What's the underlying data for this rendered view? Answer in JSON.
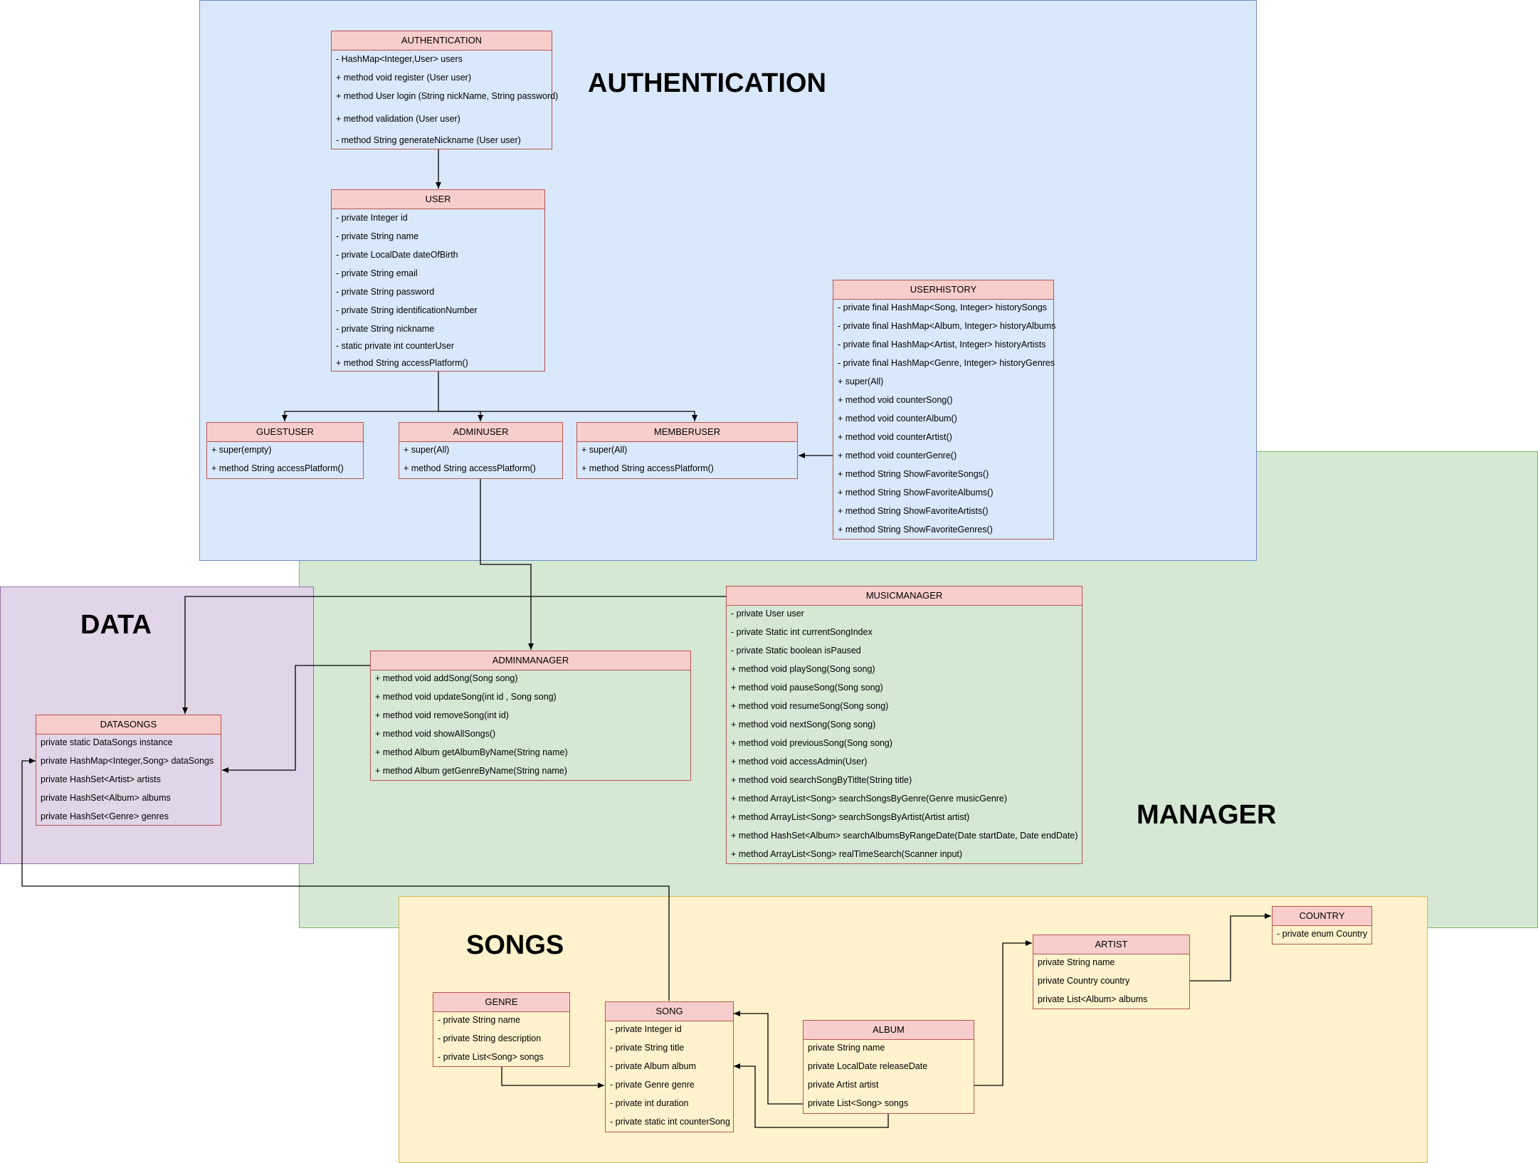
{
  "colors": {
    "authentication_region": "#dae8fc",
    "authentication_border": "#6c8ebf",
    "manager_region": "#d5e8d4",
    "manager_border": "#82b366",
    "data_region": "#e1d5e7",
    "data_border": "#9673a6",
    "songs_region": "#fff2cc",
    "songs_border": "#d6b656",
    "class_header": "#f8cecc",
    "class_border": "#b85450",
    "connector": "#000000"
  },
  "regions": {
    "authentication": "AUTHENTICATION",
    "manager": "MANAGER",
    "data": "DATA",
    "songs": "SONGS"
  },
  "classes": {
    "authentication": {
      "title": "AUTHENTICATION",
      "members": [
        "- HashMap<Integer,User> users",
        "+ method void register (User user)",
        "+ method User login (String nickName, String password)",
        "+ method validation (User user)",
        "- method String generateNickname (User user)"
      ]
    },
    "user": {
      "title": "USER",
      "members": [
        "- private Integer id",
        "- private String name",
        "- private LocalDate dateOfBirth",
        "- private String email",
        "- private String password",
        "- private String identificationNumber",
        "- private String nickname",
        "- static private int counterUser",
        "+ method String accessPlatform()"
      ]
    },
    "userhistory": {
      "title": "USERHISTORY",
      "members": [
        "- private final HashMap<Song, Integer> historySongs",
        "- private final HashMap<Album, Integer> historyAlbums",
        "- private final HashMap<Artist, Integer> historyArtists",
        "- private final HashMap<Genre, Integer> historyGenres",
        "+ super(All)",
        "+ method void counterSong()",
        "+ method void counterAlbum()",
        "+ method void counterArtist()",
        "+ method void counterGenre()",
        "+ method String ShowFavoriteSongs()",
        "+ method String ShowFavoriteAlbums()",
        "+ method String ShowFavoriteArtists()",
        "+ method String ShowFavoriteGenres()"
      ]
    },
    "guestuser": {
      "title": "GUESTUSER",
      "members": [
        "+ super(empty)",
        "+ method String accessPlatform()"
      ]
    },
    "adminuser": {
      "title": "ADMINUSER",
      "members": [
        "+ super(All)",
        "+ method String accessPlatform()"
      ]
    },
    "memberuser": {
      "title": "MEMBERUSER",
      "members": [
        "+ super(All)",
        "+ method String accessPlatform()"
      ]
    },
    "musicmanager": {
      "title": "MUSICMANAGER",
      "members": [
        "- private User user",
        "- private Static int currentSongIndex",
        "- private Static boolean isPaused",
        "+ method void playSong(Song song)",
        "+ method void pauseSong(Song song)",
        "+ method void resumeSong(Song song)",
        "+ method void nextSong(Song song)",
        "+ method void previousSong(Song song)",
        "+ method void accessAdmin(User)",
        "+ method void searchSongByTitlte(String title)",
        "+ method ArrayList<Song> searchSongsByGenre(Genre musicGenre)",
        "+ method ArrayList<Song> searchSongsByArtist(Artist artist)",
        "+ method HashSet<Album> searchAlbumsByRangeDate(Date startDate, Date endDate)",
        "+ method ArrayList<Song>  realTimeSearch(Scanner input)"
      ]
    },
    "adminmanager": {
      "title": "ADMINMANAGER",
      "members": [
        "+ method void addSong(Song song)",
        "+ method void updateSong(int id , Song song)",
        "+ method void removeSong(int id)",
        "+ method void showAllSongs()",
        "+ method Album getAlbumByName(String name)",
        "+ method Album getGenreByName(String name)"
      ]
    },
    "datasongs": {
      "title": "DATASONGS",
      "members": [
        "private static DataSongs instance",
        "private HashMap<Integer,Song> dataSongs",
        "private HashSet<Artist> artists",
        "private HashSet<Album> albums",
        "private HashSet<Genre> genres"
      ]
    },
    "genre": {
      "title": "GENRE",
      "members": [
        "- private String name",
        "- private String description",
        "- private List<Song> songs"
      ]
    },
    "song": {
      "title": "SONG",
      "members": [
        "- private Integer id",
        "- private String title",
        "- private Album album",
        "- private Genre genre",
        "- private int duration",
        "- private static int counterSong"
      ]
    },
    "album": {
      "title": "ALBUM",
      "members": [
        "private String name",
        "private LocalDate releaseDate",
        "private Artist artist",
        "private List<Song>  songs"
      ]
    },
    "artist": {
      "title": "ARTIST",
      "members": [
        "private String name",
        "private Country country",
        "private List<Album> albums"
      ]
    },
    "country": {
      "title": "COUNTRY",
      "members": [
        "- private enum Country"
      ]
    }
  }
}
